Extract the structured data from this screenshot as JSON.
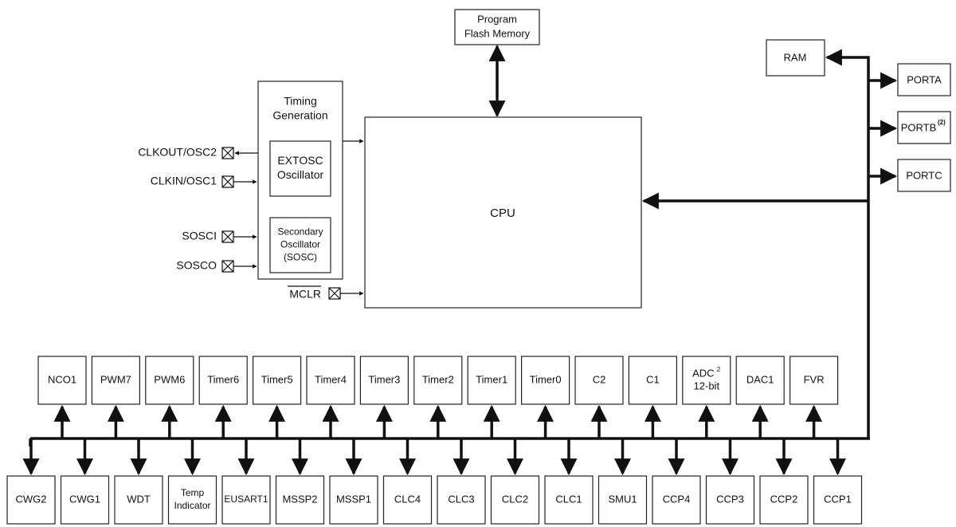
{
  "program_flash": [
    "Program",
    "Flash Memory"
  ],
  "cpu": "CPU",
  "ram": "RAM",
  "ports": [
    {
      "name": "PORTA",
      "note": ""
    },
    {
      "name": "PORTB",
      "note": "(2)"
    },
    {
      "name": "PORTC",
      "note": ""
    }
  ],
  "timing_generation": [
    "Timing",
    "Generation"
  ],
  "extosc": [
    "EXTOSC",
    "Oscillator"
  ],
  "sosc": [
    "Secondary",
    "Oscillator",
    "(SOSC)"
  ],
  "pins": [
    "CLKOUT/OSC2",
    "CLKIN/OSC1",
    "SOSCI",
    "SOSCO"
  ],
  "mclr": "MCLR",
  "top_peripherals": [
    [
      "NCO1"
    ],
    [
      "PWM7"
    ],
    [
      "PWM6"
    ],
    [
      "Timer6"
    ],
    [
      "Timer5"
    ],
    [
      "Timer4"
    ],
    [
      "Timer3"
    ],
    [
      "Timer2"
    ],
    [
      "Timer1"
    ],
    [
      "Timer0"
    ],
    [
      "C2"
    ],
    [
      "C1"
    ],
    [
      "ADC",
      "12-bit"
    ],
    [
      "DAC1"
    ],
    [
      "FVR"
    ]
  ],
  "adc_note": "2",
  "bottom_peripherals": [
    [
      "CWG2"
    ],
    [
      "CWG1"
    ],
    [
      "WDT"
    ],
    [
      "Temp",
      "Indicator"
    ],
    [
      "EUSART1"
    ],
    [
      "MSSP2"
    ],
    [
      "MSSP1"
    ],
    [
      "CLC4"
    ],
    [
      "CLC3"
    ],
    [
      "CLC2"
    ],
    [
      "CLC1"
    ],
    [
      "SMU1"
    ],
    [
      "CCP4"
    ],
    [
      "CCP3"
    ],
    [
      "CCP2"
    ],
    [
      "CCP1"
    ]
  ]
}
